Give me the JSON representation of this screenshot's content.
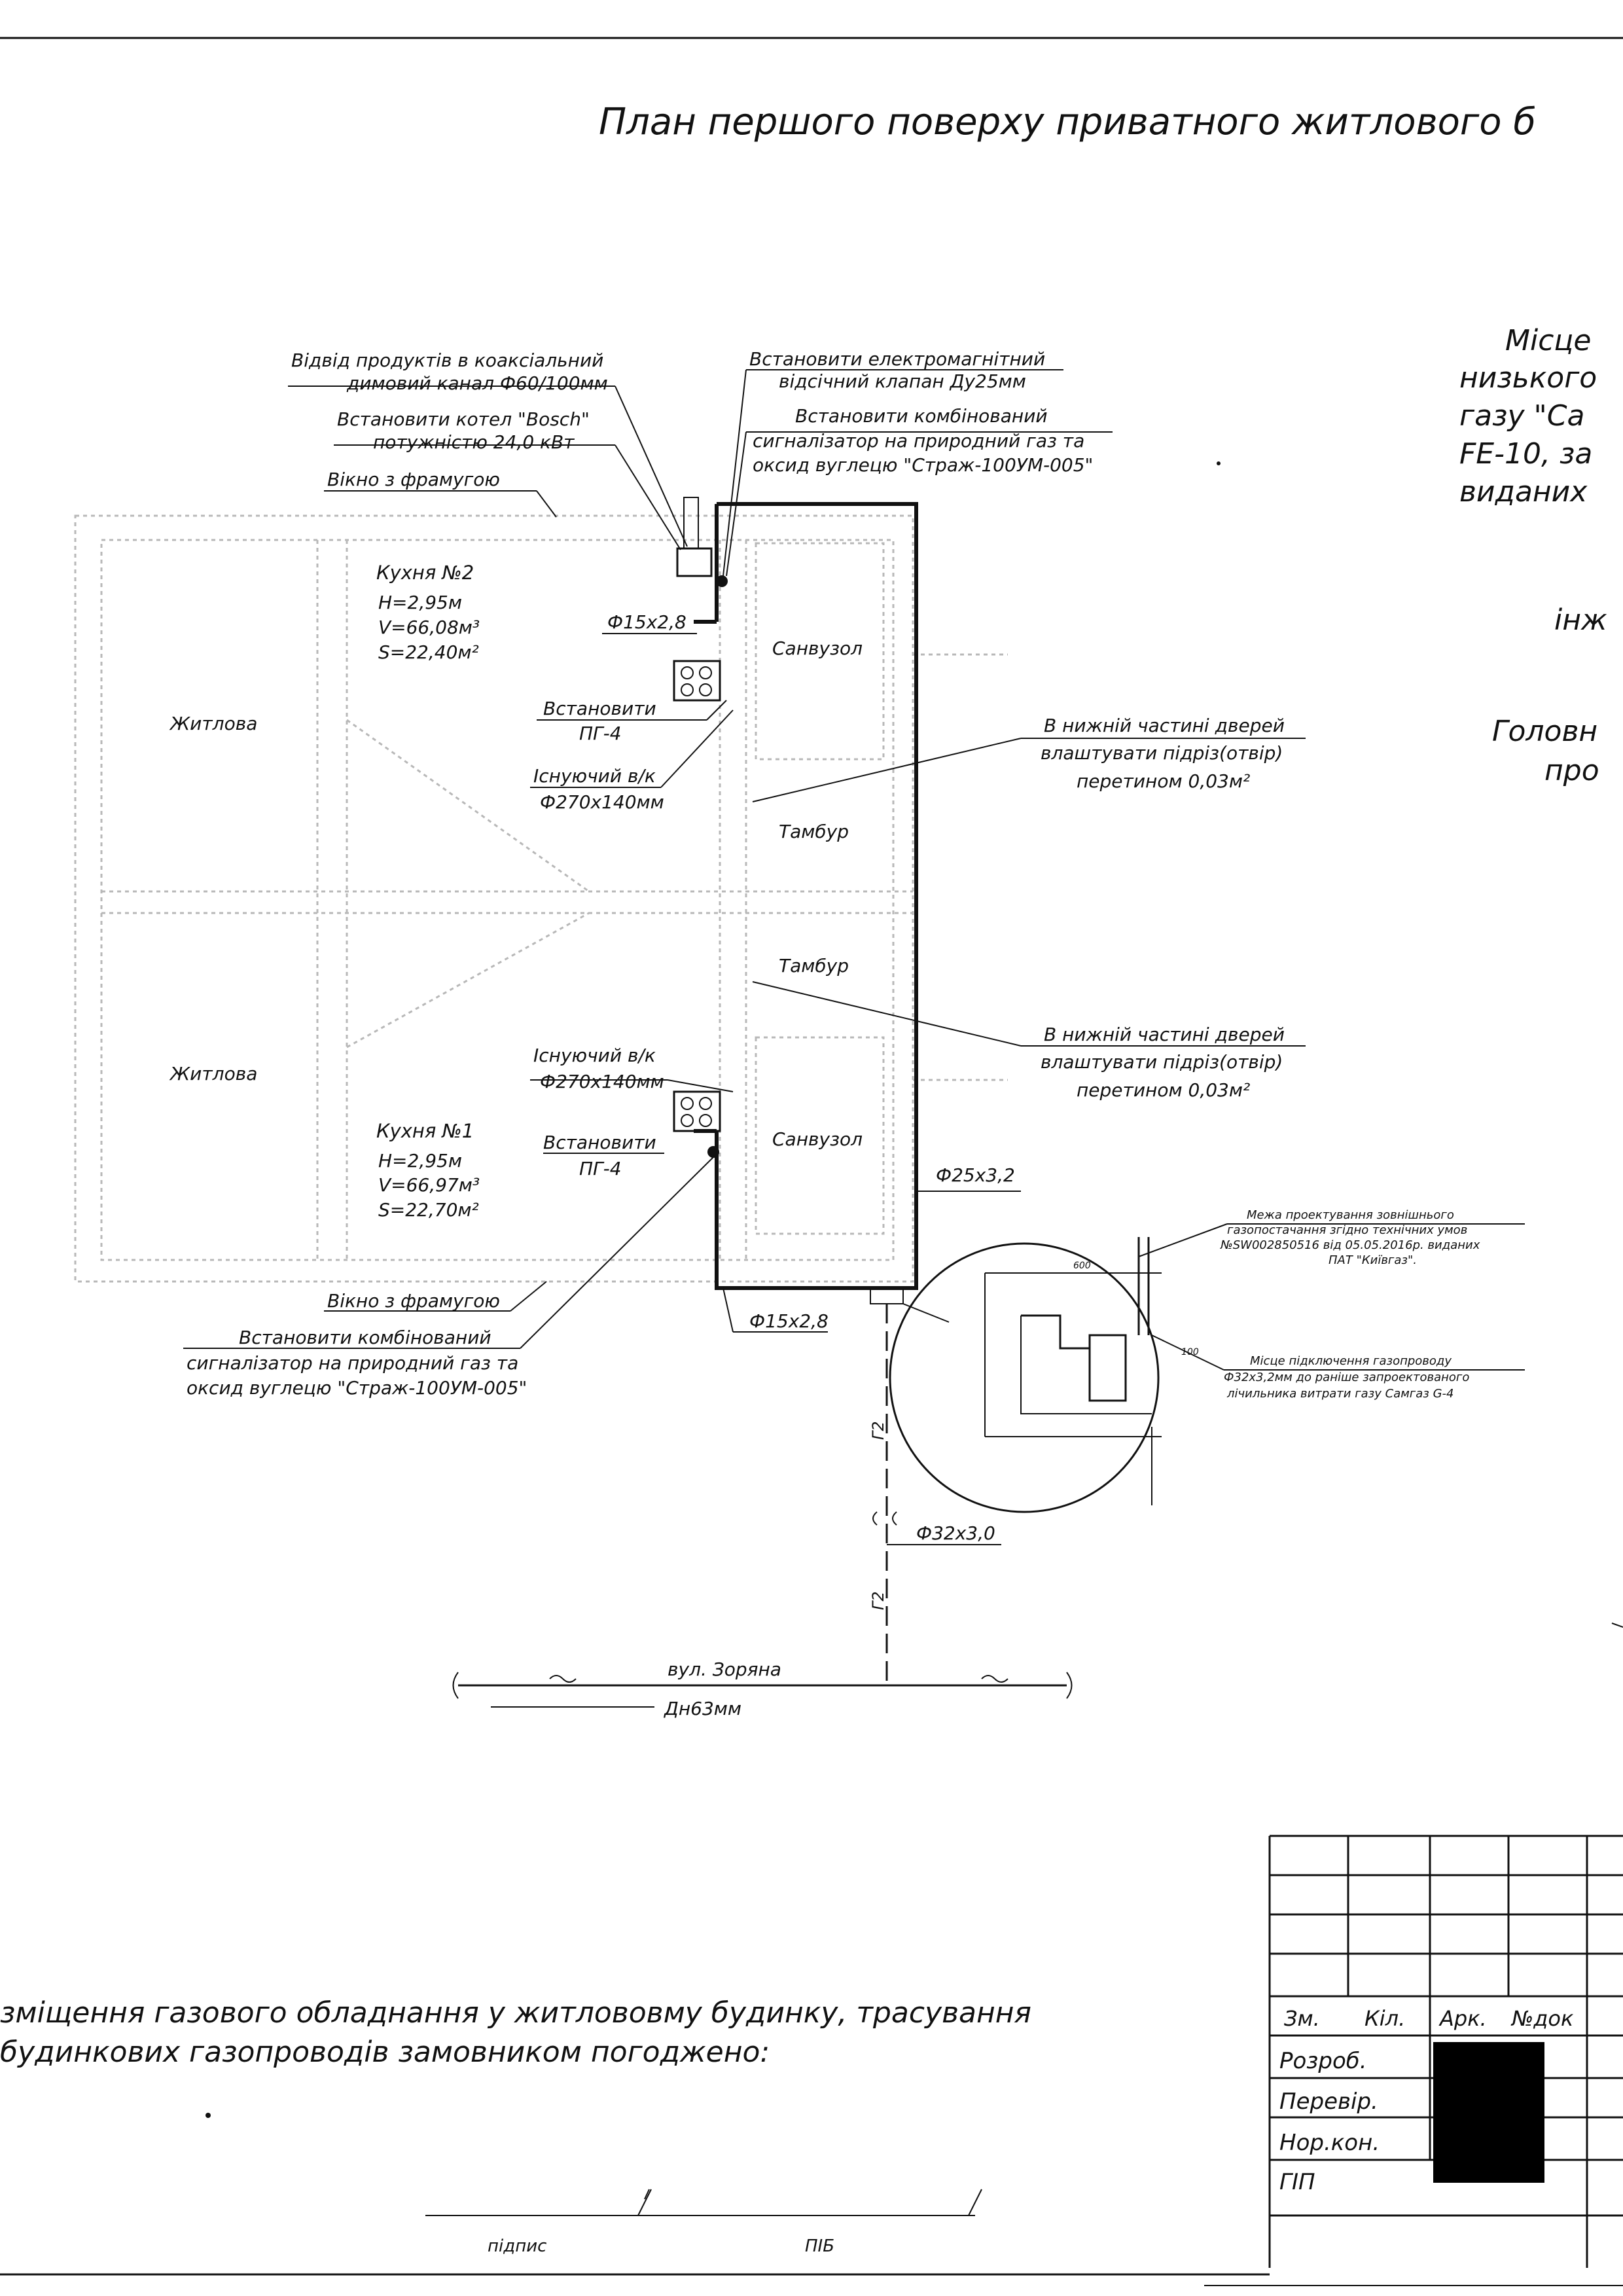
{
  "title": "План першого поверху приватного житлового б",
  "right_notes": {
    "lines": [
      "Місце",
      "низького",
      "газу \"Са",
      "FE-10, за",
      "виданих",
      "інж",
      "Головн",
      "про"
    ]
  },
  "callouts": {
    "flue": [
      "Відвід продуктів в коаксіальний",
      "димовий канал Ф60/100мм"
    ],
    "boiler": [
      "Встановити котел \"Bosch\"",
      "потужністю 24,0 кВт"
    ],
    "window_top": "Вікно з фрамугою",
    "valve": [
      "Встановити електромагнітний",
      "відсічний клапан Ду25мм"
    ],
    "detector_top": [
      "Встановити комбінований",
      "сигналізатор на природний газ та",
      "оксид вуглецю \"Страж-100УМ-005\""
    ],
    "pipe_15_top": "Ф15х2,8",
    "install_pg4_top": [
      "Встановити",
      "ПГ-4"
    ],
    "vent_top": [
      "Існуючий в/к",
      "Ф270х140мм"
    ],
    "door_cut_top": [
      "В нижній частині дверей",
      "влаштувати підріз(отвір)",
      "перетином 0,03м²"
    ],
    "vent_bottom": [
      "Існуючий в/к",
      "Ф270х140мм"
    ],
    "install_pg4_bottom": [
      "Встановити",
      "ПГ-4"
    ],
    "door_cut_bottom": [
      "В нижній частині дверей",
      "влаштувати підріз(отвір)",
      "перетином 0,03м²"
    ],
    "pipe_25": "Ф25х3,2",
    "window_bottom": "Вікно з фрамугою",
    "pipe_15_bottom": "Ф15х2,8",
    "detector_bottom": [
      "Встановити комбінований",
      "сигналізатор на природний газ та",
      "оксид вуглецю \"Страж-100УМ-005\""
    ],
    "pipe_32": "Ф32х3,0",
    "street": "вул. Зоряна",
    "main_pipe": "Дн63мм",
    "gas_mark": "Г2"
  },
  "rooms": {
    "kitchen2": {
      "name": "Кухня №2",
      "h": "H=2,95м",
      "v": "V=66,08м³",
      "s": "S=22,40м²"
    },
    "kitchen1": {
      "name": "Кухня №1",
      "h": "H=2,95м",
      "v": "V=66,97м³",
      "s": "S=22,70м²"
    },
    "living_top": "Житлова",
    "living_bottom": "Житлова",
    "bath_top": "Санвузол",
    "bath_bottom": "Санвузол",
    "vestibule_top": "Тамбур",
    "vestibule_bottom": "Тамбур"
  },
  "detail": {
    "boundary": [
      "Межа проектування зовнішнього",
      "газопостачання згідно технічних умов",
      "№SW002850516 від 05.05.2016р. виданих",
      "ПАТ \"Київгаз\"."
    ],
    "connection": [
      "Місце підключення газопроводу",
      "Ф32х3,2мм до раніше запроектованого",
      "лічильника витрати газу Самгаз G-4"
    ],
    "dim_600": "600",
    "dim_100": "100"
  },
  "approval": {
    "lines": [
      "зміщення газового обладнання у житлововму будинку, трасування",
      "будинкових газопроводів замовником погоджено:"
    ],
    "signature_label": "підпис",
    "name_label": "ПІБ"
  },
  "title_block": {
    "header": [
      "Зм.",
      "Кіл.",
      "Арк.",
      "№док"
    ],
    "rows": [
      "Розроб.",
      "Перевір.",
      "Нор.кон.",
      "ГІП"
    ]
  }
}
